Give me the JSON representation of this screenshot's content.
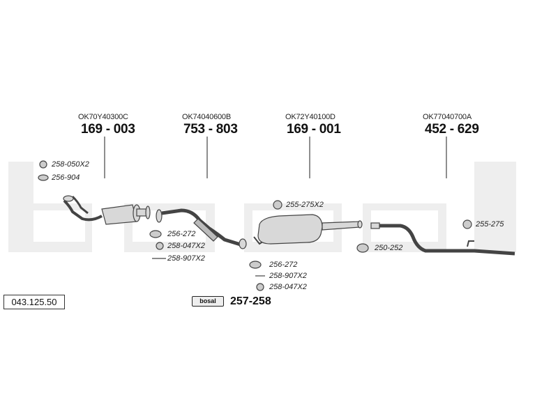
{
  "catalog_number": "043.125.50",
  "parts": [
    {
      "oe": "OK70Y40300C",
      "number": "169 - 003"
    },
    {
      "oe": "OK74040600B",
      "number": "753 - 803"
    },
    {
      "oe": "OK72Y40100D",
      "number": "169 - 001"
    },
    {
      "oe": "OK77040700A",
      "number": "452 - 629"
    }
  ],
  "accessories": {
    "a1": "258-050X2",
    "a2": "256-904",
    "b1": "256-272",
    "b2": "258-047X2",
    "b3": "258-907X2",
    "c1": "255-275X2",
    "c2": "250-252",
    "c3": "255-275",
    "d1": "256-272",
    "d2": "258-907X2",
    "d3": "258-047X2"
  },
  "kit": {
    "badge": "bosal",
    "number": "257-258"
  },
  "watermark": "bosal",
  "colors": {
    "watermark": "#eeeeee",
    "line": "#444444",
    "part_fill": "#d8d8d8"
  }
}
